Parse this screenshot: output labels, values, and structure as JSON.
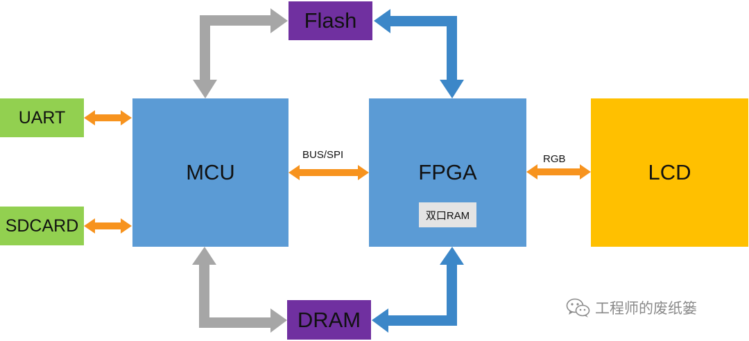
{
  "blocks": {
    "flash": "Flash",
    "dram": "DRAM",
    "uart": "UART",
    "sdcard": "SDCARD",
    "mcu": "MCU",
    "fpga": "FPGA",
    "fpga_ram": "双口RAM",
    "lcd": "LCD"
  },
  "links": {
    "mcu_fpga": "BUS/SPI",
    "fpga_lcd": "RGB"
  },
  "watermark": "工程师的废纸篓",
  "colors": {
    "memory": "#7030a0",
    "peripheral": "#92d050",
    "processor": "#5b9bd5",
    "display": "#ffc000",
    "orange_arrow": "#f7931e",
    "gray_arrow": "#a6a6a6",
    "blue_arrow": "#3c87c8"
  },
  "icons": {
    "watermark": "wechat-icon"
  }
}
